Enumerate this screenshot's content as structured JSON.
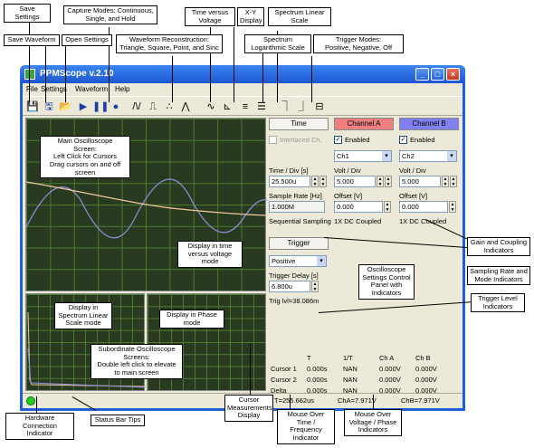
{
  "window": {
    "title": "PPMScope v.2.10",
    "menu": [
      "File",
      "Settings",
      "Waveform",
      "Help"
    ]
  },
  "toolbar": {
    "icons": [
      "save-settings-icon",
      "save-waveform-icon",
      "open-settings-icon",
      "play-icon",
      "pause-icon",
      "record-icon",
      "triangle-wave-icon",
      "square-wave-icon",
      "point-wave-icon",
      "sinc-wave-icon",
      "time-voltage-icon",
      "xy-display-icon",
      "spectrum-log-icon",
      "spectrum-linear-icon",
      "trigger-positive-icon",
      "trigger-negative-icon",
      "trigger-off-icon"
    ]
  },
  "panel": {
    "time_btn": "Time",
    "channel_a_btn": "Channel A",
    "channel_b_btn": "Channel B",
    "interlaced_label": "Interlaced Ch.",
    "enabled_a": "Enabled",
    "enabled_b": "Enabled",
    "ch_a_select": "Ch1",
    "ch_b_select": "Ch2",
    "time_div_label": "Time / Div [s]",
    "time_div_value": "25.500u",
    "volt_div_a_label": "Volt / Div",
    "volt_div_a_value": "5.000",
    "volt_div_b_label": "Volt / Div",
    "volt_div_b_value": "5.000",
    "sample_rate_label": "Sample Rate [Hz]",
    "sample_rate_value": "1.000M",
    "offset_a_label": "Offset [V]",
    "offset_a_value": "0.000",
    "offset_b_label": "Offset [V]",
    "offset_b_value": "0.000",
    "sampling_mode": "Sequential Sampling",
    "coupling_a": "1X  DC Coupled",
    "coupling_b": "1X  DC Coupled",
    "trigger_btn": "Trigger",
    "trigger_mode": "Positive",
    "trigger_delay_label": "Trigger Delay [s]",
    "trigger_delay_value": "6.800u",
    "trig_level": "Trig lvl=38.086m"
  },
  "measurements": {
    "headers": [
      "",
      "T",
      "1/T",
      "Ch A",
      "Ch B"
    ],
    "rows": [
      [
        "Cursor 1",
        "0.000s",
        "NAN",
        "0.000V",
        "0.000V"
      ],
      [
        "Cursor 2",
        "0.000s",
        "NAN",
        "0.000V",
        "0.000V"
      ],
      [
        "Delta",
        "0.000s",
        "NAN",
        "0.000V",
        "0.000V"
      ]
    ]
  },
  "statusbar": {
    "time": "T=255.662us",
    "cha": "ChA=7.971V",
    "chb": "ChB=7.971V"
  },
  "colors": {
    "channel_a": "#f08080",
    "channel_b": "#8080f0",
    "scope_bg": "#2a3a20",
    "grid": "#4a7a2e",
    "wave_a": "#f0c8a0",
    "wave_b": "#9090e0",
    "connection": "#22cc22"
  },
  "callouts": {
    "save_settings": "Save Settings",
    "save_waveform": "Save Waveform",
    "open_settings": "Open Settings",
    "capture_modes": "Capture Modes:  Continuous,\nSingle, and Hold",
    "reconstruction": "Waveform Reconstruction:\nTriangle, Square, Point, and Sinc",
    "time_voltage": "Time versus\nVoltage",
    "xy_display": "X-Y\nDisplay",
    "spectrum_linear": "Spectrum Linear\nScale",
    "spectrum_log": "Spectrum\nLogarithmic Scale",
    "trigger_modes": "Trigger Modes:\nPositive, Negative, Off",
    "main_screen": "Main Oscilloscope\nScreen:\nLeft Click for Cursors\nDrag cursors on and off\nscreen",
    "display_time": "Display in time\nversus voltage\nmode",
    "display_spectrum": "Display in\nSpectrum Linear\nScale mode",
    "display_phase": "Display in Phase\nmode",
    "subordinate": "Subordinate Oscilloscope\nScreens:\nDouble left click to elevate\nto main screen",
    "settings_panel": "Oscilloscope\nSettings Control\nPanel with\nIndicators",
    "gain_coupling": "Gain and Coupling\nIndicators",
    "sampling_rate": "Sampling Rate and\nMode Indicators",
    "trigger_level": "Trigger Level\nIndicators",
    "hardware": "Hardware Connection\nIndicator",
    "status_tips": "Status Bar Tips",
    "cursor_meas": "Cursor\nMeasurements\nDisplay",
    "mouse_time": "Mouse Over\nTime / Frequency\nIndicator",
    "mouse_voltage": "Mouse Over\nVoltage / Phase\nIndicators"
  }
}
